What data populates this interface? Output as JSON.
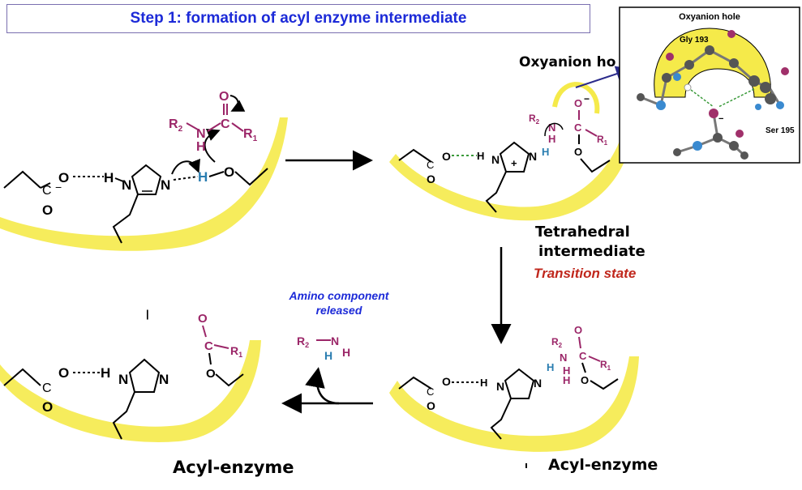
{
  "title": "Step 1: formation of acyl enzyme intermediate",
  "colors": {
    "title_blue": "#1c2ad8",
    "enzyme_yellow": "#f5ea4a",
    "substrate_magenta": "#9b2668",
    "proton_blue": "#2a7db0",
    "transition_red": "#c0271c",
    "annotation_blue": "#1c2ad8",
    "hbond_green": "#3a9a3a"
  },
  "labels": {
    "oxyanion_hole_partial": "Oxyanion ho",
    "tetrahedral_line1": "Tetrahedral",
    "tetrahedral_line2": "intermediate",
    "transition_state": "Transition state",
    "amino_line1": "Amino component",
    "amino_line2": "released",
    "acyl_enzyme_left": "Acyl-enzyme",
    "acyl_enzyme_right": "Acyl-enzyme"
  },
  "inset": {
    "title": "Oxyanion hole",
    "gly": "Gly 193",
    "ser": "Ser 195"
  },
  "atoms": {
    "R1": "R",
    "R1_sub": "1",
    "R2": "R",
    "R2_sub": "2",
    "N": "N",
    "H": "H",
    "C": "C",
    "O": "O",
    "plus": "+",
    "minus": "−"
  },
  "icons": [
    "arrow-right-icon",
    "arrow-down-icon",
    "arrow-left-icon",
    "curved-arrow-icon"
  ]
}
